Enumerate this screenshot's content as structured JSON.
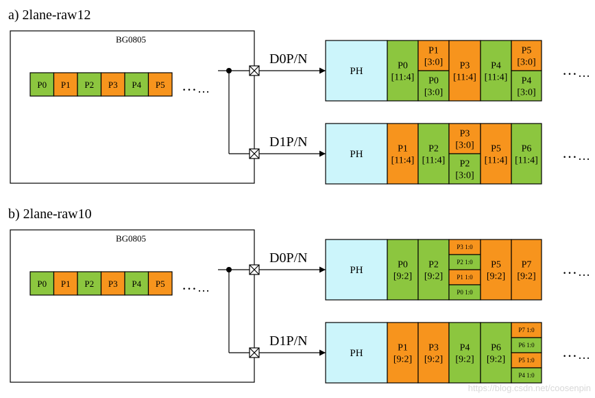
{
  "colors": {
    "green": "#8cc63f",
    "orange": "#f7941d",
    "cyan": "#ccf5fb",
    "stroke": "#000000"
  },
  "panels": [
    {
      "title": "a) 2lane-raw12",
      "sensor": {
        "label": "BG0805",
        "pixels": [
          {
            "label": "P0",
            "color": "green"
          },
          {
            "label": "P1",
            "color": "orange"
          },
          {
            "label": "P2",
            "color": "green"
          },
          {
            "label": "P3",
            "color": "orange"
          },
          {
            "label": "P4",
            "color": "green"
          },
          {
            "label": "P5",
            "color": "orange"
          }
        ],
        "ellipsis": "…"
      },
      "lanes": [
        {
          "label": "D0P/N",
          "header": "PH",
          "ellipsis": "…",
          "cells": [
            {
              "color": "green",
              "parts": [
                {
                  "lines": [
                    "P0",
                    "[11:4]"
                  ],
                  "color": "green"
                }
              ]
            },
            {
              "color": "orange",
              "parts": [
                {
                  "lines": [
                    "P1",
                    "[3:0]"
                  ],
                  "color": "orange"
                },
                {
                  "lines": [
                    "P0",
                    "[3:0]"
                  ],
                  "color": "green"
                }
              ]
            },
            {
              "color": "orange",
              "parts": [
                {
                  "lines": [
                    "P3",
                    "[11:4]"
                  ],
                  "color": "orange"
                }
              ]
            },
            {
              "color": "green",
              "parts": [
                {
                  "lines": [
                    "P4",
                    "[11:4]"
                  ],
                  "color": "green"
                }
              ]
            },
            {
              "color": "orange",
              "parts": [
                {
                  "lines": [
                    "P5",
                    "[3:0]"
                  ],
                  "color": "orange"
                },
                {
                  "lines": [
                    "P4",
                    "[3:0]"
                  ],
                  "color": "green"
                }
              ]
            }
          ]
        },
        {
          "label": "D1P/N",
          "header": "PH",
          "ellipsis": "…",
          "cells": [
            {
              "color": "orange",
              "parts": [
                {
                  "lines": [
                    "P1",
                    "[11:4]"
                  ],
                  "color": "orange"
                }
              ]
            },
            {
              "color": "green",
              "parts": [
                {
                  "lines": [
                    "P2",
                    "[11:4]"
                  ],
                  "color": "green"
                }
              ]
            },
            {
              "color": "orange",
              "parts": [
                {
                  "lines": [
                    "P3",
                    "[3:0]"
                  ],
                  "color": "orange"
                },
                {
                  "lines": [
                    "P2",
                    "[3:0]"
                  ],
                  "color": "green"
                }
              ]
            },
            {
              "color": "orange",
              "parts": [
                {
                  "lines": [
                    "P5",
                    "[11:4]"
                  ],
                  "color": "orange"
                }
              ]
            },
            {
              "color": "green",
              "parts": [
                {
                  "lines": [
                    "P6",
                    "[11:4]"
                  ],
                  "color": "green"
                }
              ]
            }
          ]
        }
      ]
    },
    {
      "title": "b) 2lane-raw10",
      "sensor": {
        "label": "BG0805",
        "pixels": [
          {
            "label": "P0",
            "color": "green"
          },
          {
            "label": "P1",
            "color": "orange"
          },
          {
            "label": "P2",
            "color": "green"
          },
          {
            "label": "P3",
            "color": "orange"
          },
          {
            "label": "P4",
            "color": "green"
          },
          {
            "label": "P5",
            "color": "orange"
          }
        ],
        "ellipsis": "…"
      },
      "lanes": [
        {
          "label": "D0P/N",
          "header": "PH",
          "ellipsis": "…",
          "cells": [
            {
              "color": "green",
              "parts": [
                {
                  "lines": [
                    "P0",
                    "[9:2]"
                  ],
                  "color": "green"
                }
              ]
            },
            {
              "color": "green",
              "parts": [
                {
                  "lines": [
                    "P2",
                    "[9:2]"
                  ],
                  "color": "green"
                }
              ]
            },
            {
              "color": "orange",
              "small": true,
              "parts": [
                {
                  "lines": [
                    "P3 1:0"
                  ],
                  "color": "orange"
                },
                {
                  "lines": [
                    "P2 1:0"
                  ],
                  "color": "green"
                },
                {
                  "lines": [
                    "P1 1:0"
                  ],
                  "color": "orange"
                },
                {
                  "lines": [
                    "P0 1:0"
                  ],
                  "color": "green"
                }
              ]
            },
            {
              "color": "orange",
              "parts": [
                {
                  "lines": [
                    "P5",
                    "[9:2]"
                  ],
                  "color": "orange"
                }
              ]
            },
            {
              "color": "orange",
              "parts": [
                {
                  "lines": [
                    "P7",
                    "[9:2]"
                  ],
                  "color": "orange"
                }
              ]
            }
          ]
        },
        {
          "label": "D1P/N",
          "header": "PH",
          "ellipsis": "…",
          "cells": [
            {
              "color": "orange",
              "parts": [
                {
                  "lines": [
                    "P1",
                    "[9:2]"
                  ],
                  "color": "orange"
                }
              ]
            },
            {
              "color": "orange",
              "parts": [
                {
                  "lines": [
                    "P3",
                    "[9:2]"
                  ],
                  "color": "orange"
                }
              ]
            },
            {
              "color": "green",
              "parts": [
                {
                  "lines": [
                    "P4",
                    "[9:2]"
                  ],
                  "color": "green"
                }
              ]
            },
            {
              "color": "green",
              "parts": [
                {
                  "lines": [
                    "P6",
                    "[9:2]"
                  ],
                  "color": "green"
                }
              ]
            },
            {
              "color": "orange",
              "small": true,
              "parts": [
                {
                  "lines": [
                    "P7 1:0"
                  ],
                  "color": "orange"
                },
                {
                  "lines": [
                    "P6 1:0"
                  ],
                  "color": "green"
                },
                {
                  "lines": [
                    "P5 1:0"
                  ],
                  "color": "orange"
                },
                {
                  "lines": [
                    "P4 1:0"
                  ],
                  "color": "green"
                }
              ]
            }
          ]
        }
      ]
    }
  ],
  "watermark": "https://blog.csdn.net/coosenpin"
}
